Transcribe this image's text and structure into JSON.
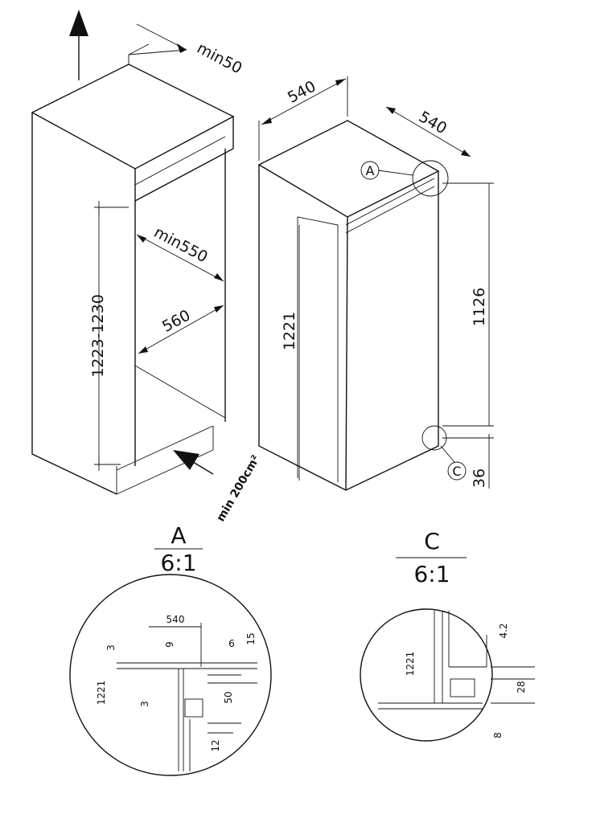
{
  "niche": {
    "clearance_top": "min50",
    "depth_inner": "min550",
    "width": "560",
    "height": "1223-1230",
    "ventilation": "min 200cm²"
  },
  "appliance": {
    "width": "540",
    "depth": "540",
    "height": "1221",
    "door_height": "1126",
    "bottom_gap": "36",
    "callout_a": "A",
    "callout_c": "C"
  },
  "detail_a": {
    "label": "A",
    "scale": "6:1",
    "dims": {
      "w540": "540",
      "d9": "9",
      "d6": "6",
      "d15": "15",
      "d3a": "3",
      "d3b": "3",
      "h1221": "1221",
      "d50": "50",
      "d12": "12"
    }
  },
  "detail_c": {
    "label": "C",
    "scale": "6:1",
    "dims": {
      "h1221": "1221",
      "d4_2": "4.2",
      "d28": "28",
      "d8": "8"
    }
  },
  "colors": {
    "line": "#111111",
    "background": "#ffffff"
  },
  "icons": [
    "up-arrow-icon",
    "airflow-arrow-icon"
  ]
}
